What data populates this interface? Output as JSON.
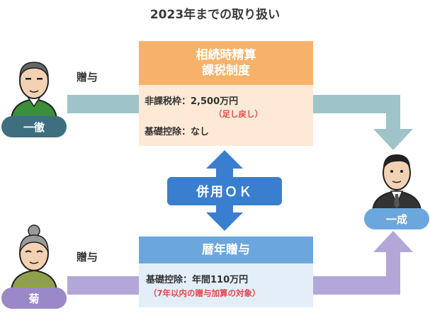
{
  "title": "2023年までの取り扱い",
  "persons": {
    "giver_top": "一徹",
    "giver_bottom": "菊",
    "receiver": "一成"
  },
  "gift_labels": {
    "top": "贈与",
    "bottom": "贈与"
  },
  "settlement": {
    "heading_line1": "相続時精算",
    "heading_line2": "課税制度",
    "line1": "非課税枠：2,500万円",
    "note1": "（足し戻し）",
    "line2": "基礎控除：なし"
  },
  "annual": {
    "heading": "暦年贈与",
    "line1": "基礎控除：年間110万円",
    "note1": "（7年以内の贈与加算の対象）"
  },
  "combine_label": "併用ＯＫ",
  "colors": {
    "orange": "#f7b26a",
    "blue": "#6ba7dd",
    "teal_arrow": "#9ec3c8",
    "purple_arrow": "#b3a7d8",
    "ok_blue": "#3a7ecf"
  }
}
